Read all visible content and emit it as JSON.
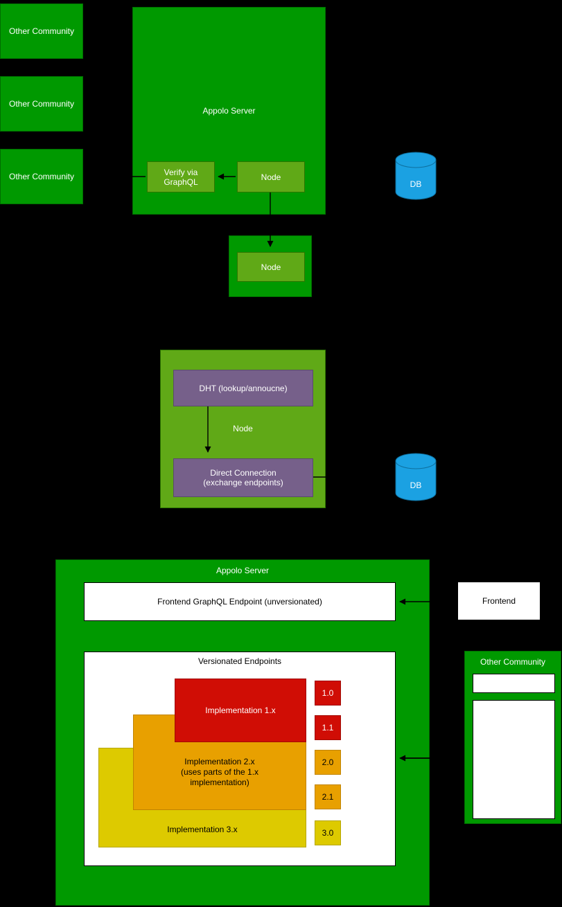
{
  "colors": {
    "background": "#000000",
    "dark_green": "#009900",
    "light_green": "#60a917",
    "purple": "#76608a",
    "red": "#d00d05",
    "orange": "#e8a000",
    "yellow": "#ddca00",
    "blue": "#1ba1e2"
  },
  "top": {
    "other_communities": [
      {
        "label": "Other Community"
      },
      {
        "label": "Other Community"
      },
      {
        "label": "Other Community"
      }
    ],
    "appolo_server": {
      "title": "Appolo Server",
      "verify_node": "Verify via\nGraphQL",
      "node": "Node"
    },
    "standalone_node": "Node",
    "db": "DB"
  },
  "middle": {
    "container_label": "Node",
    "dht": "DHT (lookup/annoucne)",
    "direct_connection": "Direct Connection\n(exchange endpoints)",
    "db": "DB"
  },
  "bottom": {
    "appolo_title": "Appolo Server",
    "frontend_endpoint": "Frontend GraphQL Endpoint (unversionated)",
    "versionated_title": "Versionated Endpoints",
    "impl_1": "Implementation 1.x",
    "impl_2": "Implementation 2.x\n(uses parts of the 1.x\nimplementation)",
    "impl_3": "Implementation 3.x",
    "versions": [
      {
        "label": "1.0",
        "color": "red"
      },
      {
        "label": "1.1",
        "color": "red"
      },
      {
        "label": "2.0",
        "color": "orange"
      },
      {
        "label": "2.1",
        "color": "orange"
      },
      {
        "label": "3.0",
        "color": "yellow"
      }
    ],
    "frontend": "Frontend",
    "other_community_title": "Other Community"
  }
}
